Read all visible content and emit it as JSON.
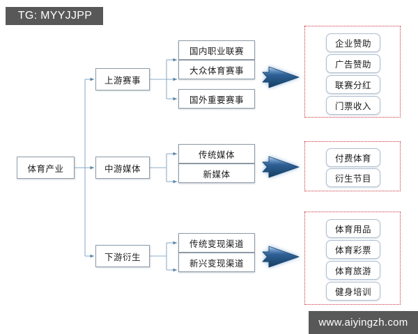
{
  "watermarks": {
    "telegram": "TG: MYYJJPP",
    "website": "www.aiyingzh.com"
  },
  "colors": {
    "box_border": "#8d9aa6",
    "pill_border": "#aebfd0",
    "connector": "#8faec8",
    "group_frame": "#c9303c",
    "arrow_dark": "#1f4e79",
    "arrow_mid": "#2e6da4",
    "arrow_light": "#bdd7ee",
    "badge_bg": "#585858",
    "text": "#1a1a1a"
  },
  "diagram": {
    "root": {
      "label": "体育产业"
    },
    "branches": [
      {
        "id": "upstream",
        "label": "上游赛事",
        "children": [
          {
            "label": "国内职业联赛"
          },
          {
            "label": "大众体育赛事"
          },
          {
            "label": "国外重要赛事"
          }
        ],
        "arrow": {
          "name": "flow-arrow",
          "direction": "right"
        },
        "revenue_group": {
          "items": [
            {
              "label": "企业赞助"
            },
            {
              "label": "广告赞助"
            },
            {
              "label": "联赛分红"
            },
            {
              "label": "门票收入"
            }
          ]
        }
      },
      {
        "id": "midstream",
        "label": "中游媒体",
        "children": [
          {
            "label": "传统媒体"
          },
          {
            "label": "新媒体"
          }
        ],
        "arrow": {
          "name": "flow-arrow",
          "direction": "right"
        },
        "revenue_group": {
          "items": [
            {
              "label": "付费体育"
            },
            {
              "label": "衍生节目"
            }
          ]
        }
      },
      {
        "id": "downstream",
        "label": "下游衍生",
        "children": [
          {
            "label": "传统变现渠道"
          },
          {
            "label": "新兴变现渠道"
          }
        ],
        "arrow": {
          "name": "flow-arrow",
          "direction": "right"
        },
        "revenue_group": {
          "items": [
            {
              "label": "体育用品"
            },
            {
              "label": "体育彩票"
            },
            {
              "label": "体育旅游"
            },
            {
              "label": "健身培训"
            }
          ]
        }
      }
    ]
  }
}
